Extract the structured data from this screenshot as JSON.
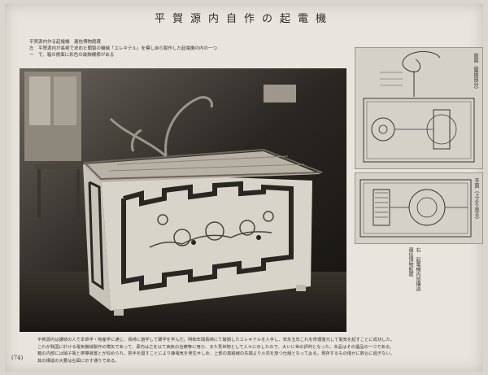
{
  "header": {
    "title": "平賀源内自作の起電機"
  },
  "caption_top": {
    "lines": [
      "平賀源内作る起電機　逓信博物館蔵",
      "左　平賀源内が長崎で求めた蘭製の機械「エレキテル」を模し自ら製作した起電機の内の一つ",
      "一　で、箱の側面に彩色の装飾模様がある"
    ]
  },
  "diagrams": {
    "front_label": "前面（摩擦部分）",
    "plan_label": "平面（上より見る）"
  },
  "side_caption": {
    "lines": [
      "右　起電機内部構造",
      "逓信博物館蔵"
    ]
  },
  "body_text": {
    "lines": [
      "平賀源内は讃岐の人で本草学・物産学に通じ、長崎に遊学して蘭学を学んだ。明和年間長崎にて破損したエレキテルを入手し、安永五年これを修理復元して電気を起すことに成功した。",
      "これが我国に於ける電気機械製作の嚆矢であって、源内は之を以て病気の治療等に用ひ、また見世物として人々に示したので、大いに世の評判となった。本品はその遺品の一つである。",
      "箱の内部には硝子瓶と摩擦装置とが収められ、把手を廻すことにより静電気を発生せしめ、上部の真鍮線の先端より火花を放つ仕組となってゐる。現存するもの僅かに数台に過ぎない。",
      "其の構造の大要は右図に示す通りである。"
    ]
  },
  "footer": {
    "page_number": "(74)"
  }
}
